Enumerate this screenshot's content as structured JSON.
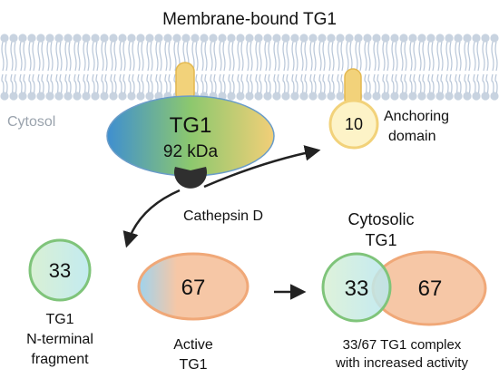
{
  "title": "Membrane-bound TG1",
  "cytosol_label": "Cytosol",
  "tg1_full": {
    "name": "TG1",
    "mass": "92 kDa"
  },
  "anchoring": {
    "number": "10",
    "label_line1": "Anchoring",
    "label_line2": "domain"
  },
  "protease": {
    "label": "Cathepsin D"
  },
  "fragment_33": {
    "number": "33",
    "label_line1": "TG1",
    "label_line2": "N-terminal",
    "label_line3": "fragment"
  },
  "active_67": {
    "number": "67",
    "label_line1": "Active",
    "label_line2": "TG1"
  },
  "cytosolic_title": {
    "line1": "Cytosolic",
    "line2": "TG1"
  },
  "complex": {
    "number_left": "33",
    "number_right": "67",
    "label_line1": "33/67 TG1 complex",
    "label_line2": "with increased activity"
  },
  "colors": {
    "membrane_head": "#c8d3e0",
    "membrane_tail": "#b8c6d8",
    "green_outline": "#7fc47a",
    "orange_outline": "#f0a878",
    "orange_fill": "#f6c7a6",
    "teal_fill": "#bfe8e6",
    "yellow_anchor": "#f2d27a",
    "yellow_anchor_fill": "#fdf3c7",
    "enzyme": "#2f2f2f",
    "arrow": "#222222",
    "cytosol_text": "#9aa3ad",
    "gradient_blue": "#3f8fd0",
    "gradient_green": "#8cc86e",
    "gradient_yellow": "#f2cf78"
  }
}
